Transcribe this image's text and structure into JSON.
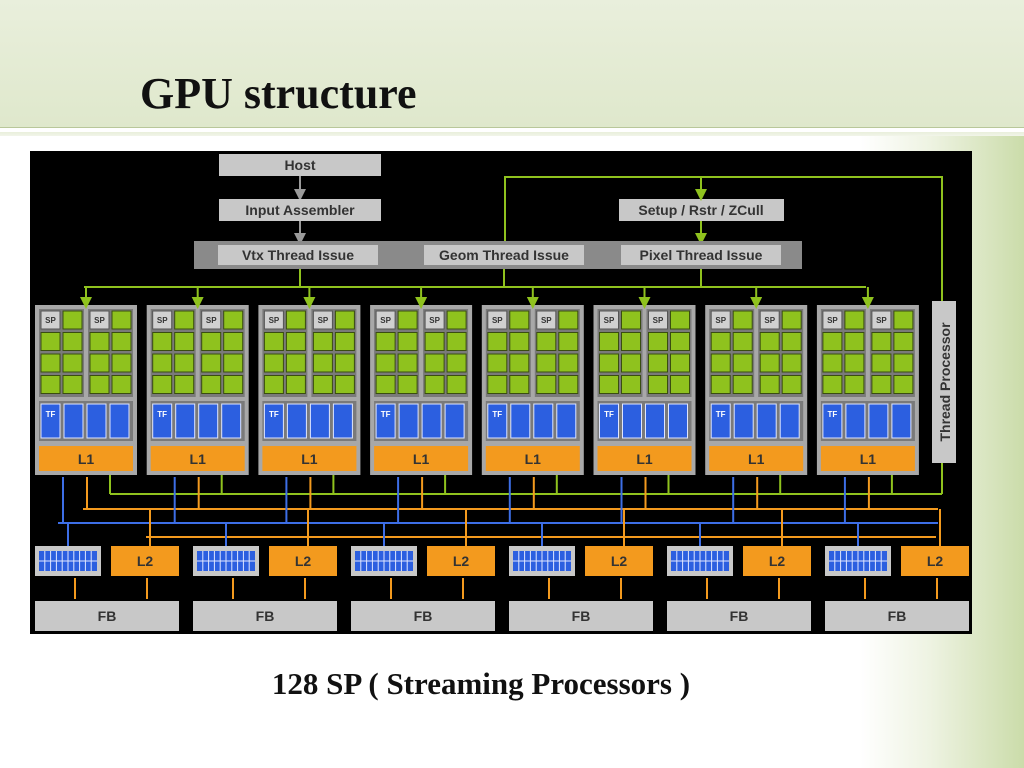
{
  "slide": {
    "title": "GPU structure",
    "caption": "128 SP ( Streaming Processors )"
  },
  "diagram": {
    "host": "Host",
    "input_assembler": "Input Assembler",
    "setup": "Setup / Rstr / ZCull",
    "vtx_issue": "Vtx Thread Issue",
    "geom_issue": "Geom Thread Issue",
    "pixel_issue": "Pixel Thread Issue",
    "thread_processor": "Thread Processor",
    "cluster_sp_label": "SP",
    "cluster_tf_label": "TF",
    "cluster_l1_label": "L1",
    "partition_l2_label": "L2",
    "partition_fb_label": "FB",
    "cluster_count": 8,
    "partition_count": 6,
    "colors": {
      "background": "#000000",
      "gray_box": "#c8c8c8",
      "sp_green": "#8fc21e",
      "tf_blue": "#2c5fe0",
      "cache_orange": "#f39a1e",
      "link_green": "#8fc21e",
      "link_blue": "#3d6ee6",
      "link_orange": "#f39a1e"
    }
  }
}
